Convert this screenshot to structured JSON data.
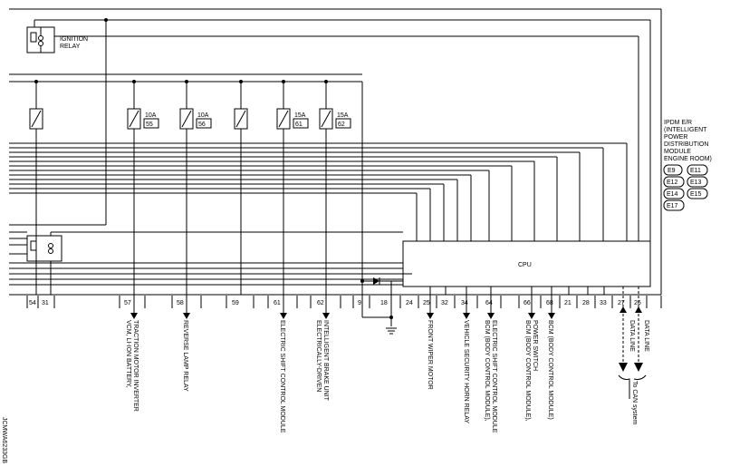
{
  "relays": {
    "ignition_label_1": "IGNITION",
    "ignition_label_2": "RELAY"
  },
  "fuses": [
    {
      "amp": "",
      "no": ""
    },
    {
      "amp": "10A",
      "no": "55"
    },
    {
      "amp": "10A",
      "no": "56"
    },
    {
      "amp": "",
      "no": ""
    },
    {
      "amp": "15A",
      "no": "61"
    },
    {
      "amp": "15A",
      "no": "62"
    }
  ],
  "cpu_label": "CPU",
  "module": {
    "lines": [
      "IPDM E/R",
      "(INTELLIGENT",
      "POWER",
      "DISTRIBUTION",
      "MODULE",
      "ENGINE ROOM)"
    ],
    "connectors": [
      "E9",
      "E11",
      "E12",
      "E13",
      "E14",
      "E15",
      "E17"
    ]
  },
  "pins": [
    "54",
    "31",
    "57",
    "58",
    "59",
    "61",
    "62",
    "9",
    "18",
    "24",
    "25",
    "32",
    "34",
    "64",
    "66",
    "68",
    "21",
    "28",
    "33",
    "27",
    "26"
  ],
  "loads": {
    "p57_1": "VCM, LI-ION BATTERY,",
    "p57_2": "TRACTION MOTOR INVERTER",
    "p58": "REVERSE LAMP RELAY",
    "p61": "ELECTRIC SHIFT CONTROL MODULE",
    "p62_1": "ELECTRICALLY-DRIVEN",
    "p62_2": "INTELLIGENT BRAKE UNIT",
    "p25": "FRONT WIPER MOTOR",
    "p34": "VEHICLE SECURITY HORN RELAY",
    "p64_1": "BCM (BODY CONTROL MODULE),",
    "p64_2": "ELECTRIC SHIFT CONTROL MODULE",
    "p66_1": "BCM (BODY CONTROL MODULE),",
    "p66_2": "POWER SWITCH",
    "p68": "BCM (BODY CONTROL MODULE)",
    "data_line_1": "DATA LINE",
    "data_line_2": "DATA LINE",
    "can": "To CAN system"
  },
  "figure_code": "JCMWA6233GB"
}
